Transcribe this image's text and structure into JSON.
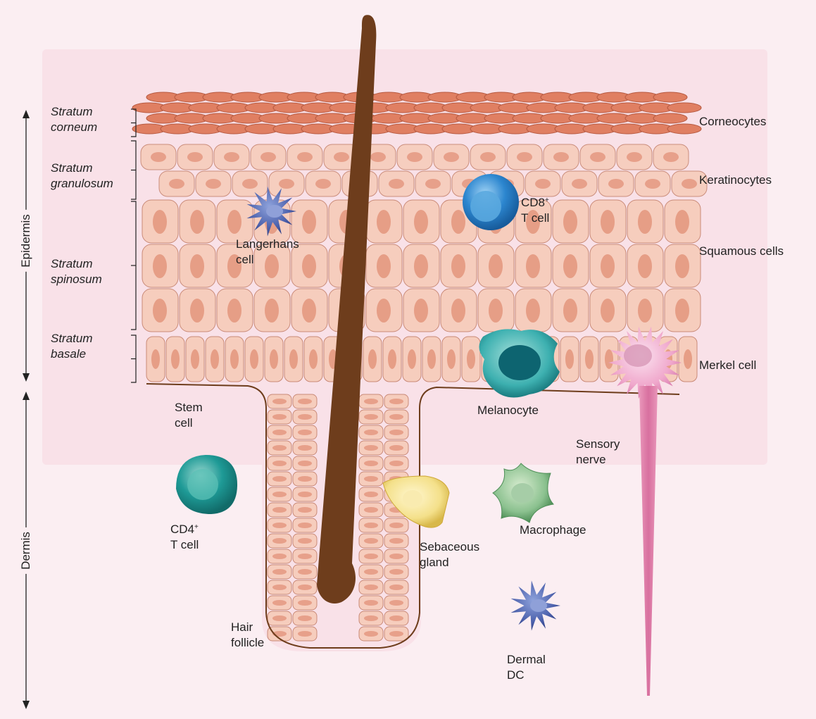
{
  "colors": {
    "background": "#fbeef2",
    "panel": "#f9e1e8",
    "corneocyte": "#e07f62",
    "keratinocyte": "#f6cdbd",
    "cell_outline": "#c98a78",
    "nucleus": "#e3957d",
    "hair": "#6e3d1c",
    "dermis_line": "#6e3d1c",
    "nerve": "#dc7fa8",
    "merkel": "#f0a8cc",
    "langerhans": "#4d62ad",
    "cd8": "#2c86cf",
    "cd4": "#1e9a96",
    "melanocyte": "#1f9aa0",
    "macrophage": "#76b07c",
    "sebaceous": "#f4e08a"
  },
  "axis": {
    "epidermis": "Epidermis",
    "dermis": "Dermis"
  },
  "layers": {
    "corneum": [
      "Stratum",
      "corneum"
    ],
    "granulosum": [
      "Stratum",
      "granulosum"
    ],
    "spinosum": [
      "Stratum",
      "spinosum"
    ],
    "basale": [
      "Stratum",
      "basale"
    ]
  },
  "right_labels": {
    "corneocytes": "Corneocytes",
    "keratinocytes": "Keratinocytes",
    "squamous": "Squamous cells",
    "merkel": "Merkel cell"
  },
  "cell_labels": {
    "langerhans": [
      "Langerhans",
      "cell"
    ],
    "cd8": {
      "prefix": "CD8",
      "sup": "+",
      "line2": "T cell"
    },
    "stem": [
      "Stem",
      "cell"
    ],
    "melanocyte": "Melanocyte",
    "sensory_nerve": [
      "Sensory",
      "nerve"
    ],
    "cd4": {
      "prefix": "CD4",
      "sup": "+",
      "line2": "T cell"
    },
    "macrophage": "Macrophage",
    "sebaceous": [
      "Sebaceous",
      "gland"
    ],
    "hair_follicle": [
      "Hair",
      "follicle"
    ],
    "dermal_dc": [
      "Dermal",
      "DC"
    ]
  }
}
